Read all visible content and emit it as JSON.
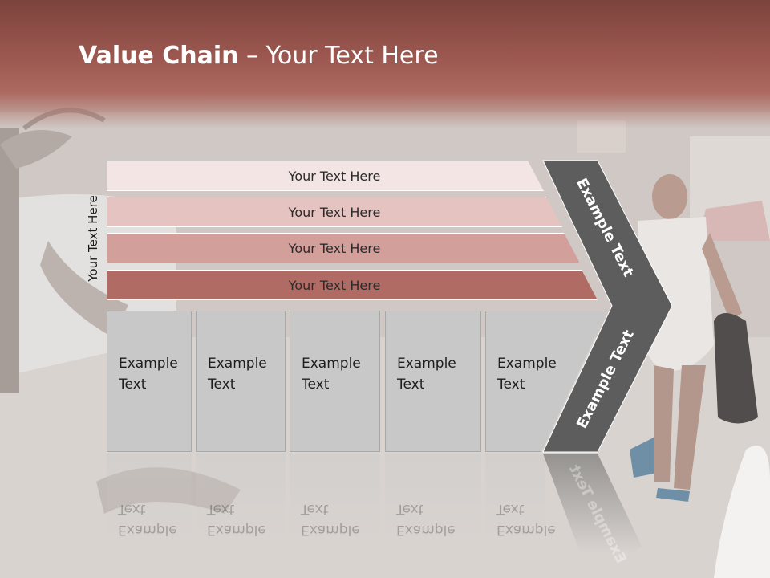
{
  "slide": {
    "title_bold": "Value Chain",
    "title_rest": " – Your Text Here",
    "side_label": "Your Text Here"
  },
  "bars": [
    {
      "label": "Your Text Here",
      "color": "#f2e5e4"
    },
    {
      "label": "Your Text Here",
      "color": "#e5c3c0"
    },
    {
      "label": "Your Text Here",
      "color": "#d39f9a"
    },
    {
      "label": "Your Text Here",
      "color": "#b06b64"
    }
  ],
  "boxes": [
    {
      "label": "Example Text"
    },
    {
      "label": "Example Text"
    },
    {
      "label": "Example Text"
    },
    {
      "label": "Example Text"
    },
    {
      "label": "Example Text"
    }
  ],
  "chevron": {
    "upper_label": "Example Text",
    "lower_label": "Example Text",
    "color": "#5d5d5d"
  }
}
